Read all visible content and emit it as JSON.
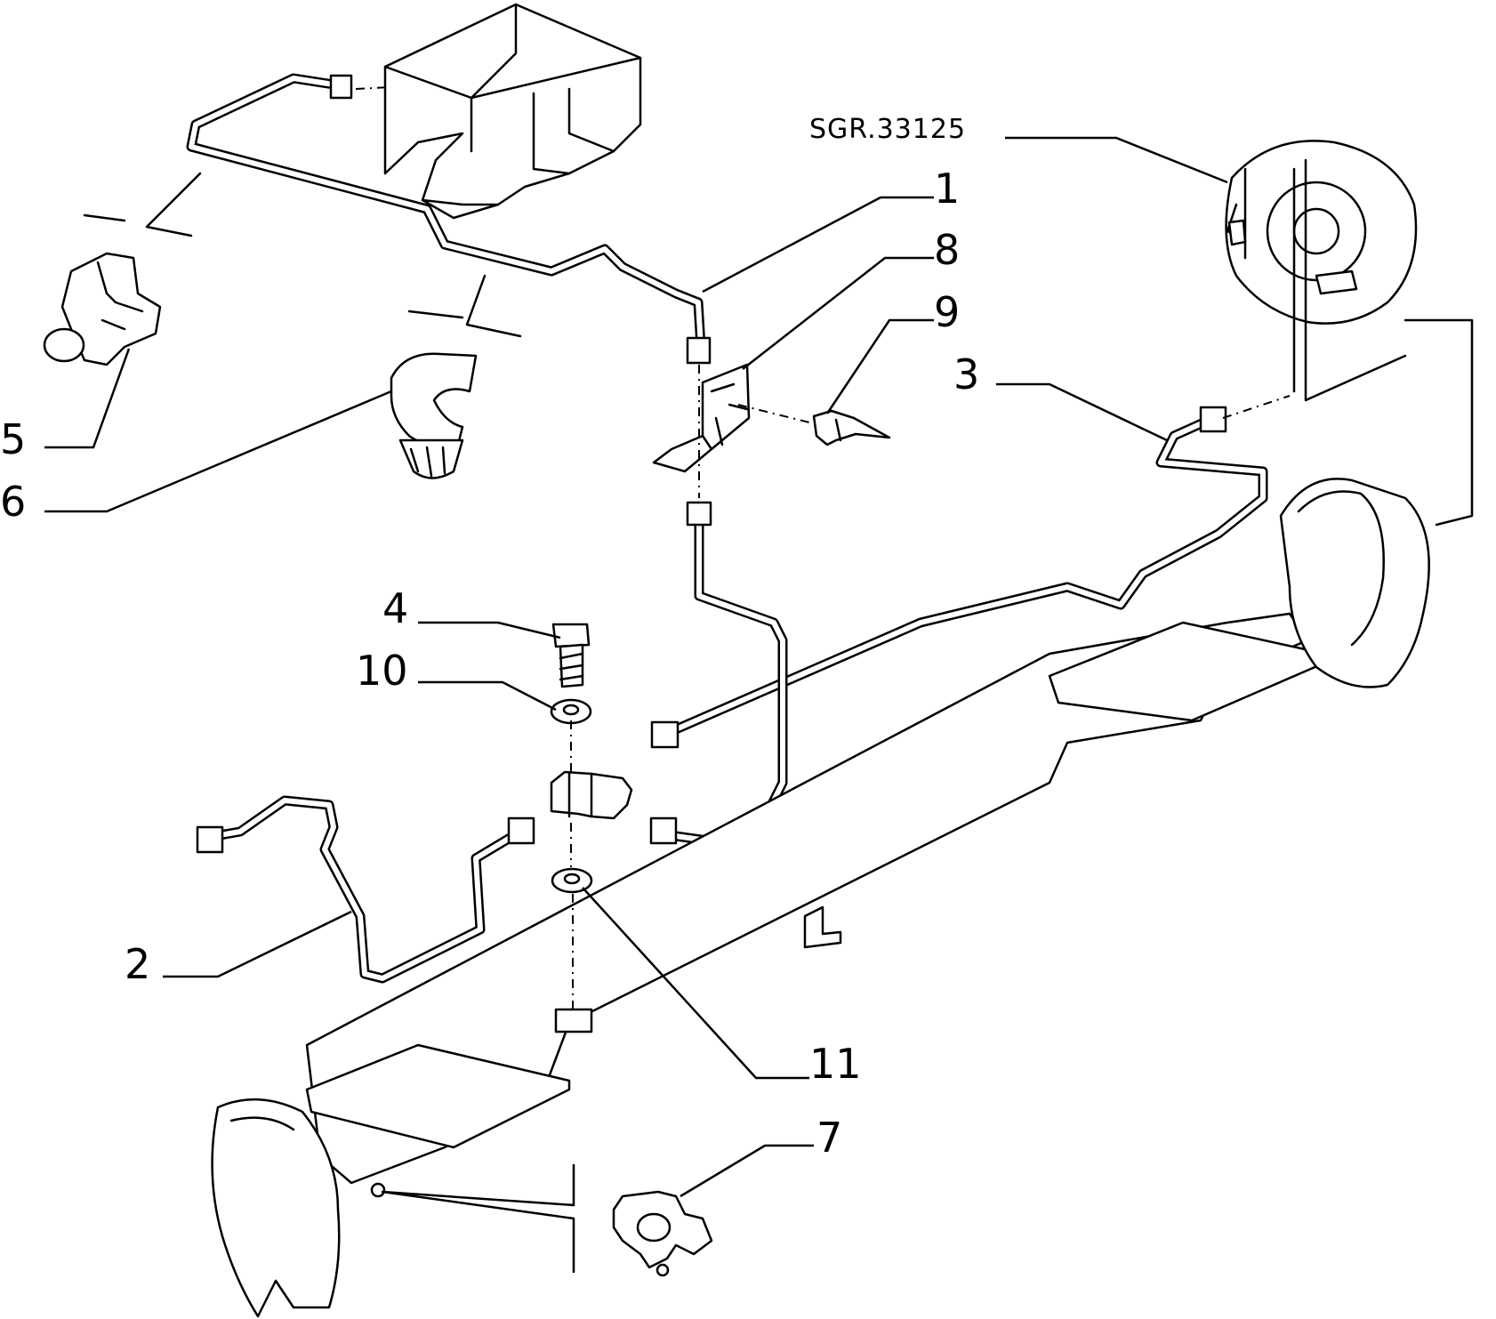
{
  "reference_code": "SGR.33125",
  "callouts": {
    "c1": "1",
    "c2": "2",
    "c3": "3",
    "c4": "4",
    "c5": "5",
    "c6": "6",
    "c7": "7",
    "c8": "8",
    "c9": "9",
    "c10": "10",
    "c11": "11"
  },
  "colors": {
    "ink": "#000000",
    "paper": "#ffffff"
  }
}
